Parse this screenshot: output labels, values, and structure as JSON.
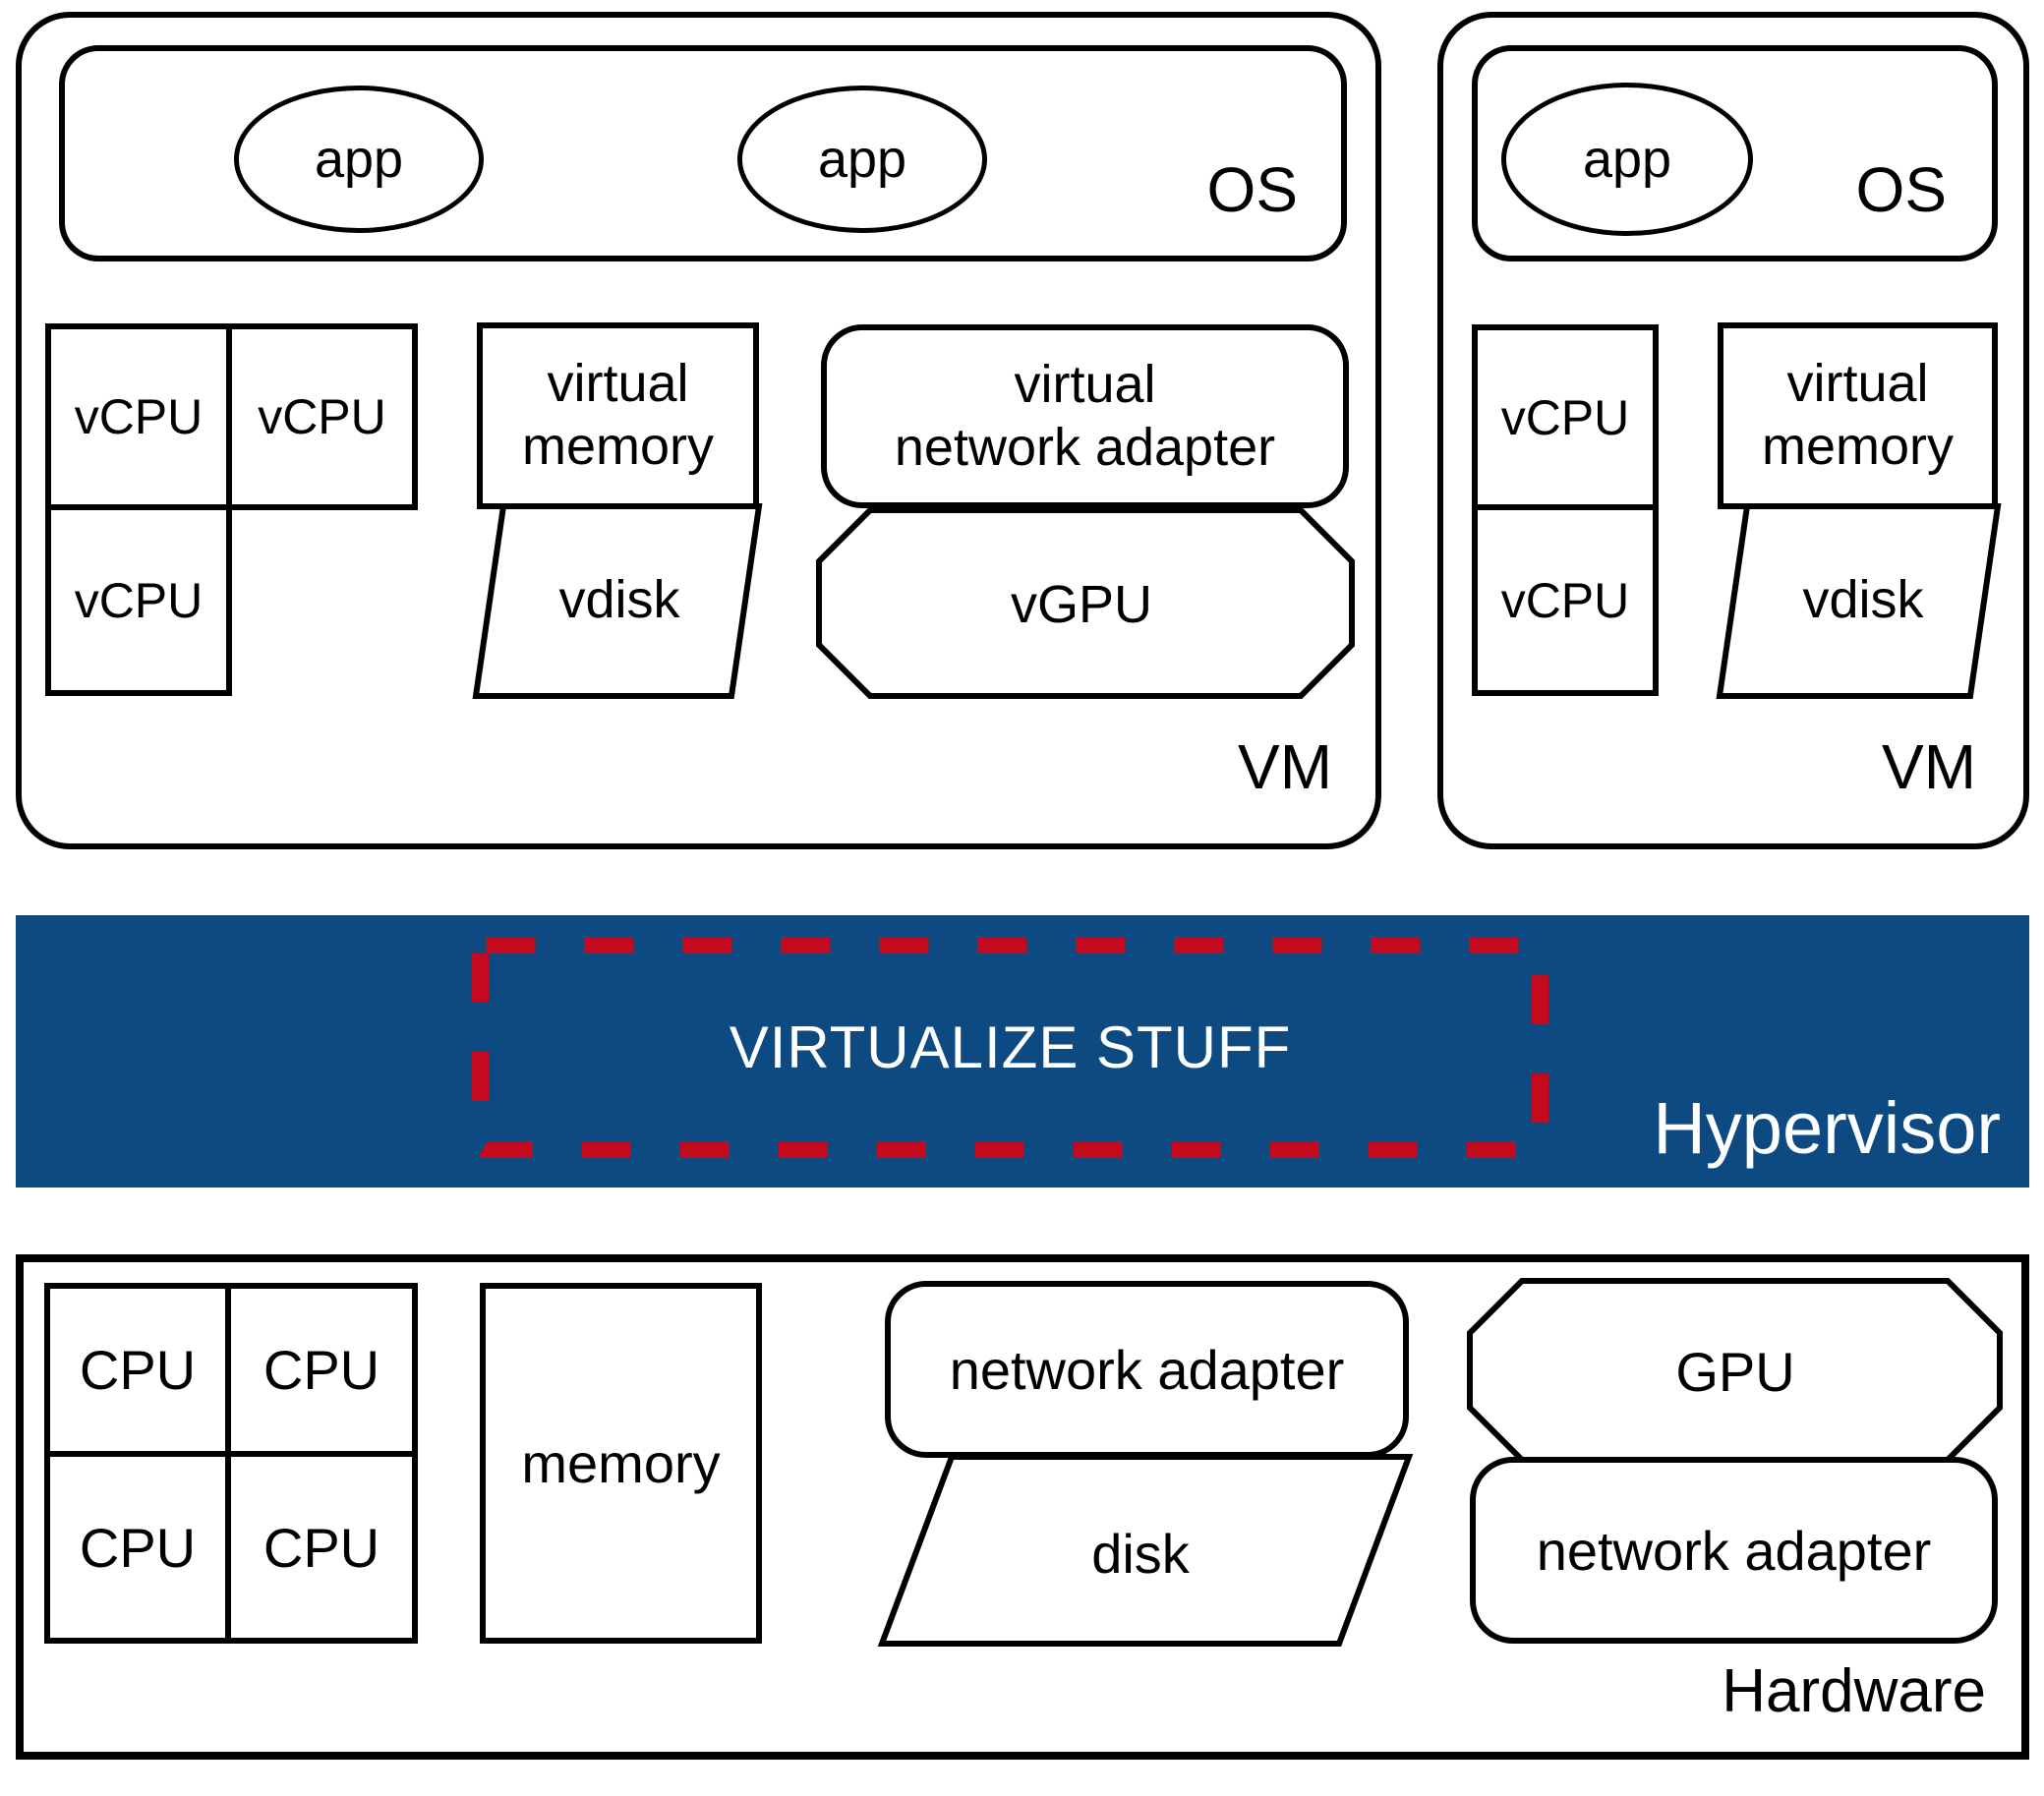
{
  "vm1": {
    "label": "VM",
    "os": {
      "label": "OS",
      "apps": [
        "app",
        "app"
      ]
    },
    "vcpus": [
      "vCPU",
      "vCPU",
      "vCPU"
    ],
    "virtual_memory": {
      "line1": "virtual",
      "line2": "memory"
    },
    "vdisk": "vdisk",
    "virtual_network_adapter": {
      "line1": "virtual",
      "line2": "network adapter"
    },
    "vgpu": "vGPU"
  },
  "vm2": {
    "label": "VM",
    "os": {
      "label": "OS",
      "apps": [
        "app"
      ]
    },
    "vcpus": [
      "vCPU",
      "vCPU"
    ],
    "virtual_memory": {
      "line1": "virtual",
      "line2": "memory"
    },
    "vdisk": "vdisk"
  },
  "hypervisor": {
    "label": "Hypervisor",
    "callout": "VIRTUALIZE STUFF"
  },
  "hardware": {
    "label": "Hardware",
    "cpus": [
      "CPU",
      "CPU",
      "CPU",
      "CPU"
    ],
    "memory": "memory",
    "network_adapter_1": "network adapter",
    "disk": "disk",
    "gpu": "GPU",
    "network_adapter_2": "network adapter"
  },
  "colors": {
    "hypervisor_bg": "#0d4a82",
    "callout_border": "#c50a1f",
    "line": "#000000",
    "text_on_blue": "#ffffff"
  }
}
